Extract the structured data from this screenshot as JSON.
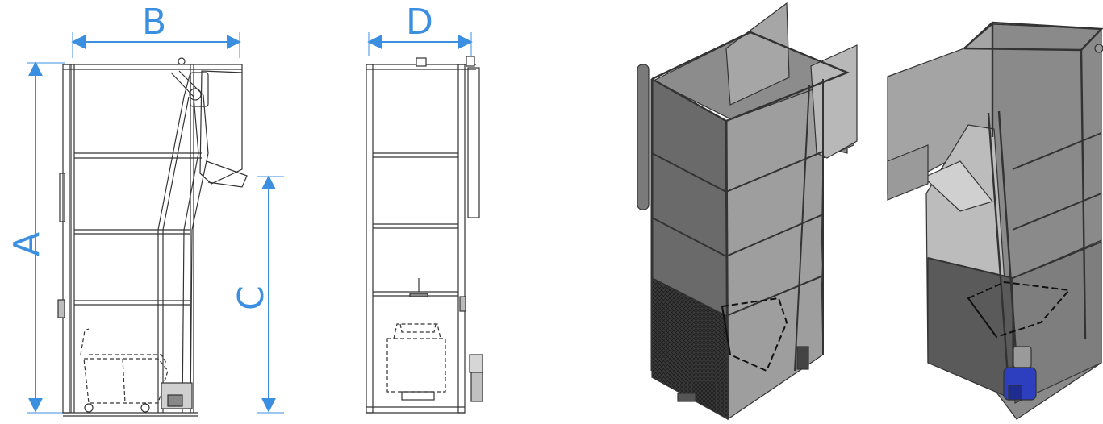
{
  "dimensions": {
    "a": "A",
    "b": "B",
    "c": "C",
    "d": "D"
  },
  "colors": {
    "dimension": "#3b8fe0",
    "frame": "#3c3c3c",
    "panel": "#8e8e8e",
    "panel_dark": "#5d5d5d",
    "mesh": "#2a2a2a",
    "motor": "#2d3fbf"
  }
}
